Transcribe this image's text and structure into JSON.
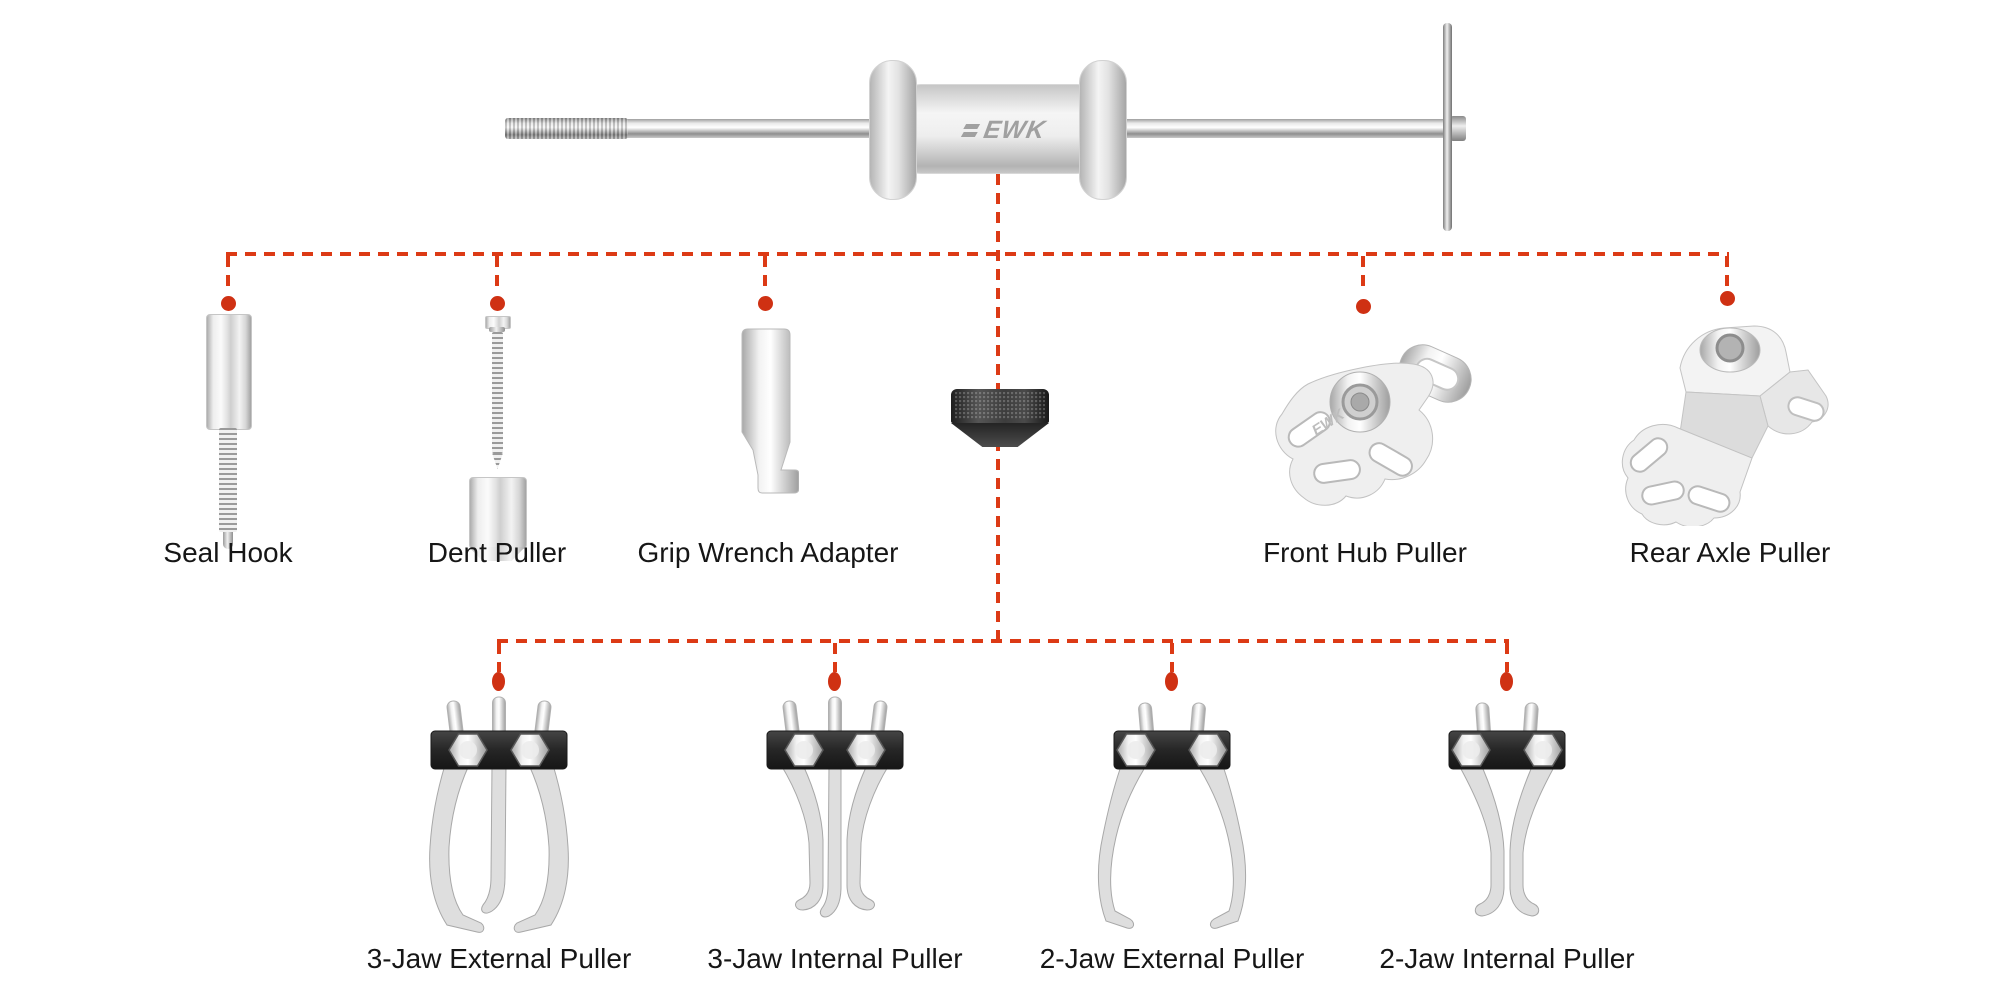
{
  "palette": {
    "background": "#ffffff",
    "connector_red": "#dc3a15",
    "dot_red": "#cf3113",
    "crossbar_black": "#2b2b2b",
    "metal_silver": "#ededed",
    "label_text": "#161616",
    "logo_gray": "#a0a0a0"
  },
  "hammer": {
    "name": "slide-hammer",
    "logo_text": "EWK"
  },
  "row1": {
    "items": [
      {
        "name": "seal-hook",
        "label": "Seal Hook"
      },
      {
        "name": "dent-puller",
        "label": "Dent Puller"
      },
      {
        "name": "grip-wrench-adapter",
        "label": "Grip Wrench Adapter"
      },
      {
        "name": "cone-adapter"
      },
      {
        "name": "front-hub-puller",
        "label": "Front Hub Puller",
        "engraving": "EWK"
      },
      {
        "name": "rear-axle-puller",
        "label": "Rear Axle Puller"
      }
    ]
  },
  "row2": {
    "items": [
      {
        "name": "three-jaw-external-puller",
        "label": "3-Jaw External Puller"
      },
      {
        "name": "three-jaw-internal-puller",
        "label": "3-Jaw Internal Puller"
      },
      {
        "name": "two-jaw-external-puller",
        "label": "2-Jaw External Puller"
      },
      {
        "name": "two-jaw-internal-puller",
        "label": "2-Jaw Internal Puller"
      }
    ]
  }
}
